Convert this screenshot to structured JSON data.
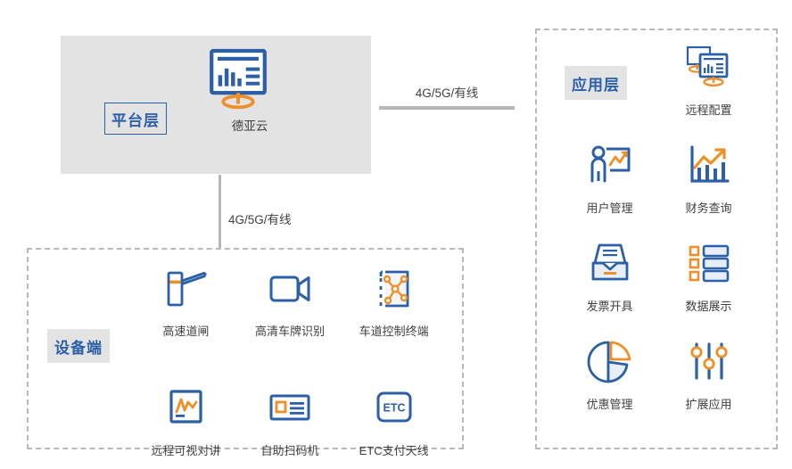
{
  "colors": {
    "blue": "#2b5fa8",
    "blue_light": "#e8eef7",
    "orange": "#ef8f28",
    "panel_gray": "#e3e3e3",
    "dash_gray": "#b8b8b8",
    "line_gray": "#b6b6b6",
    "text": "#3f3f3f"
  },
  "platform_layer": {
    "tag": "平台层",
    "node_label": "德亚云",
    "node_icon": "dashboard-monitor-icon"
  },
  "application_layer": {
    "tag": "应用层",
    "items": [
      {
        "label": "远程配置",
        "icon": "dual-monitor-config-icon"
      },
      {
        "label": "用户管理",
        "icon": "user-chart-icon"
      },
      {
        "label": "财务查询",
        "icon": "bar-chart-arrow-icon"
      },
      {
        "label": "发票开具",
        "icon": "inbox-tray-icon"
      },
      {
        "label": "数据展示",
        "icon": "list-display-icon"
      },
      {
        "label": "优惠管理",
        "icon": "pie-chart-icon"
      },
      {
        "label": "扩展应用",
        "icon": "sliders-icon"
      }
    ]
  },
  "device_layer": {
    "tag": "设备端",
    "items": [
      {
        "label": "高速道闸",
        "icon": "barrier-gate-icon"
      },
      {
        "label": "高清车牌识别",
        "icon": "camera-icon"
      },
      {
        "label": "车道控制终端",
        "icon": "network-node-icon"
      },
      {
        "label": "远程可视对讲",
        "icon": "waveform-screen-icon"
      },
      {
        "label": "自助扫码机",
        "icon": "qr-scanner-icon"
      },
      {
        "label": "ETC支付天线",
        "icon": "etc-antenna-icon",
        "badge": "ETC"
      }
    ]
  },
  "connectors": {
    "horizontal_label": "4G/5G/有线",
    "vertical_label": "4G/5G/有线"
  }
}
